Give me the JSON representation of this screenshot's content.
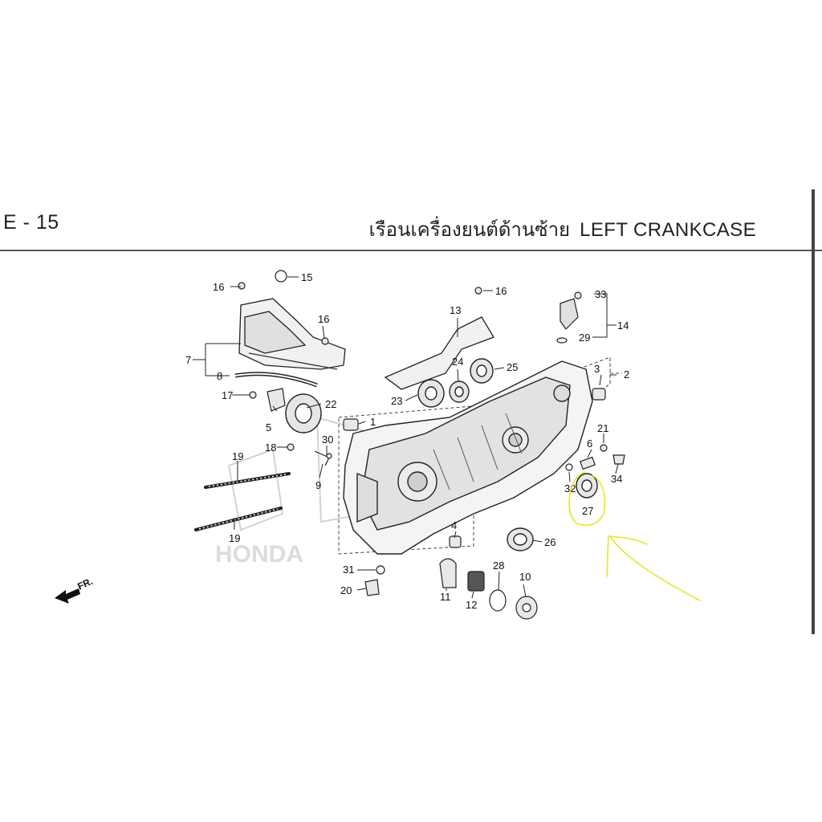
{
  "header": {
    "code": "E - 15",
    "title_th": "เรือนเครื่องยนต์ด้านซ้าย",
    "title_en": "LEFT CRANKCASE"
  },
  "direction_label": "FR.",
  "watermark": "HONDA",
  "callouts": [
    "1",
    "2",
    "3",
    "4",
    "5",
    "6",
    "7",
    "8",
    "9",
    "10",
    "11",
    "12",
    "13",
    "14",
    "15",
    "16",
    "17",
    "18",
    "19",
    "20",
    "21",
    "22",
    "23",
    "24",
    "25",
    "26",
    "27",
    "28",
    "29",
    "30",
    "31",
    "32",
    "33",
    "34"
  ],
  "colors": {
    "annotation": "#e6e62a",
    "line": "#222222",
    "watermark": "#d3d3d3"
  }
}
